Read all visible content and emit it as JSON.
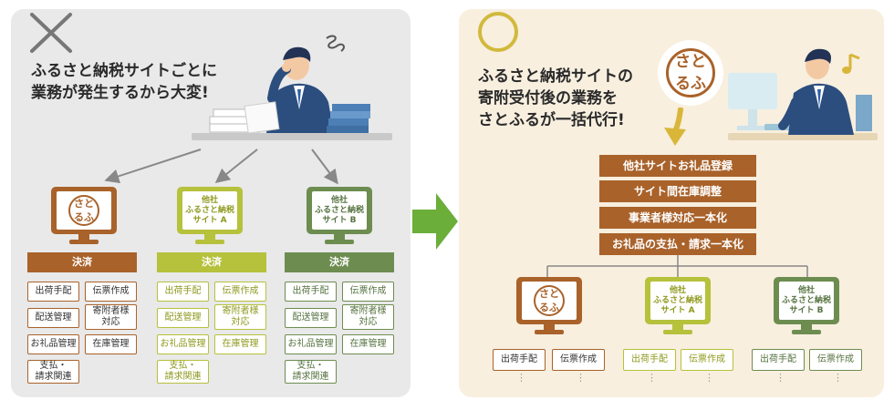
{
  "colors": {
    "left_bg": "#e9e9e9",
    "right_bg": "#f8efdf",
    "brown": "#a9622a",
    "olive": "#b6c13c",
    "green": "#6d8d50",
    "arrow_green": "#6bae3a",
    "ring": "#d2b93c",
    "cross": "#777777"
  },
  "left": {
    "headline": [
      "ふるさと納税サイトごとに",
      "業務が発生するから大変!"
    ],
    "columns": [
      {
        "screen_text": "",
        "bar_label": "決済",
        "tasks": [
          "出荷手配",
          "伝票作成",
          "配送管理",
          "寄附者様\n対応",
          "お礼品管理",
          "在庫管理",
          "支払・\n請求関連"
        ]
      },
      {
        "screen_text": "他社\nふるさと納税\nサイト A",
        "bar_label": "決済",
        "tasks": [
          "出荷手配",
          "伝票作成",
          "配送管理",
          "寄附者様\n対応",
          "お礼品管理",
          "在庫管理",
          "支払・\n請求関連"
        ]
      },
      {
        "screen_text": "他社\nふるさと納税\nサイト B",
        "bar_label": "決済",
        "tasks": [
          "出荷手配",
          "伝票作成",
          "配送管理",
          "寄附者様\n対応",
          "お礼品管理",
          "在庫管理",
          "支払・\n請求関連"
        ]
      }
    ]
  },
  "right": {
    "headline": [
      "ふるさと納税サイトの",
      "寄附受付後の業務を",
      "さとふるが一括代行!"
    ],
    "services": [
      "他社サイトお礼品登録",
      "サイト間在庫調整",
      "事業者様対応一本化",
      "お礼品の支払・請求一本化"
    ],
    "columns": [
      {
        "screen_text": "",
        "tasks": [
          "出荷手配",
          "伝票作成"
        ]
      },
      {
        "screen_text": "他社\nふるさと納税\nサイト A",
        "tasks": [
          "出荷手配",
          "伝票作成"
        ]
      },
      {
        "screen_text": "他社\nふるさと納税\nサイト B",
        "tasks": [
          "出荷手配",
          "伝票作成"
        ]
      }
    ],
    "ellipsis": "⋮"
  },
  "logo": {
    "chars": [
      "さ",
      "と",
      "る",
      "ふ"
    ]
  },
  "icons": {
    "bad": "cross-icon",
    "good": "circle-icon",
    "next": "right-arrow-icon",
    "down": "down-arrow-icon",
    "worry": "scribble-icon",
    "happy": "music-note-icon"
  }
}
